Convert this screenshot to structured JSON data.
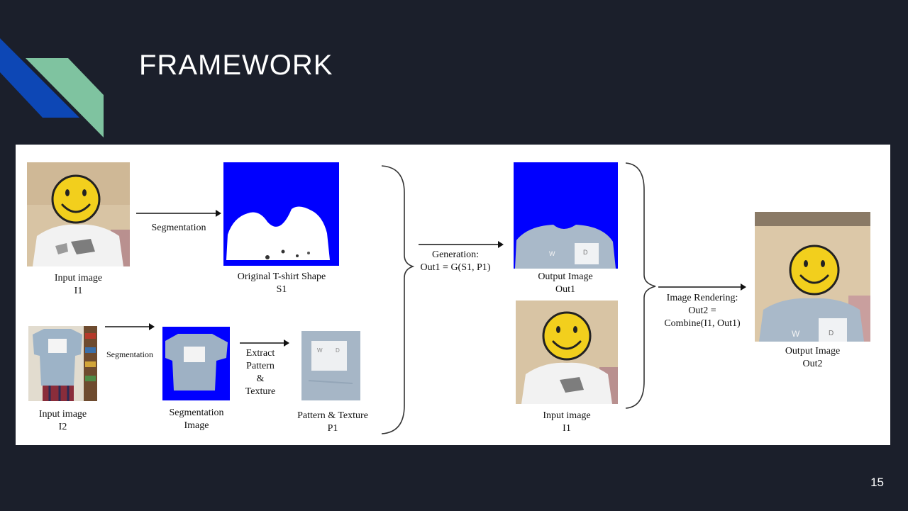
{
  "slide": {
    "title": "FRAMEWORK",
    "page_number": "15",
    "accent_colors": {
      "blue": "#0d47b5",
      "green": "#7fc3a0",
      "background": "#1b1f2b"
    }
  },
  "diagram": {
    "input_image_1": {
      "line1": "Input image",
      "line2": "I1"
    },
    "segmentation_top": "Segmentation",
    "original_shape": {
      "line1": "Original T-shirt Shape",
      "line2": "S1"
    },
    "input_image_2": {
      "line1": "Input image",
      "line2": "I2"
    },
    "segmentation_bottom": "Segmentation",
    "segmentation_image": {
      "line1": "Segmentation",
      "line2": "Image"
    },
    "extract": {
      "line1": "Extract",
      "line2": "Pattern",
      "line3": "&",
      "line4": "Texture"
    },
    "pattern_texture": {
      "line1": "Pattern & Texture",
      "line2": "P1"
    },
    "generation": {
      "line1": "Generation:",
      "line2": "Out1 = G(S1, P1)"
    },
    "output_image_1": {
      "line1": "Output Image",
      "line2": "Out1"
    },
    "input_image_1b": {
      "line1": "Input image",
      "line2": "I1"
    },
    "rendering": {
      "line1": "Image Rendering:",
      "line2": "Out2 =",
      "line3": "Combine(I1, Out1)"
    },
    "output_image_2": {
      "line1": "Output Image",
      "line2": "Out2"
    },
    "shirt_print_letters": [
      "W",
      "D"
    ]
  }
}
